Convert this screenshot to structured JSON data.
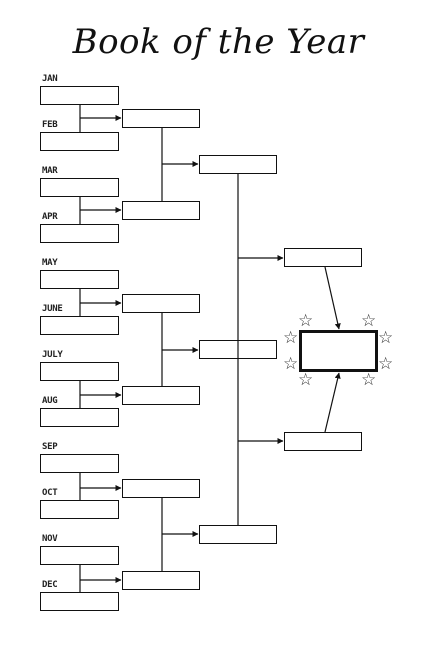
{
  "title": "Book of the Year",
  "months": [
    "JAN",
    "FEB",
    "MAR",
    "APR",
    "MAY",
    "JUNE",
    "JULY",
    "AUG",
    "SEP",
    "OCT",
    "NOV",
    "DEC"
  ],
  "star_glyph": "☆",
  "colors": {
    "line": "#111111",
    "background": "#ffffff"
  },
  "icons": {
    "star": "star-icon",
    "arrow": "arrowhead-icon"
  }
}
